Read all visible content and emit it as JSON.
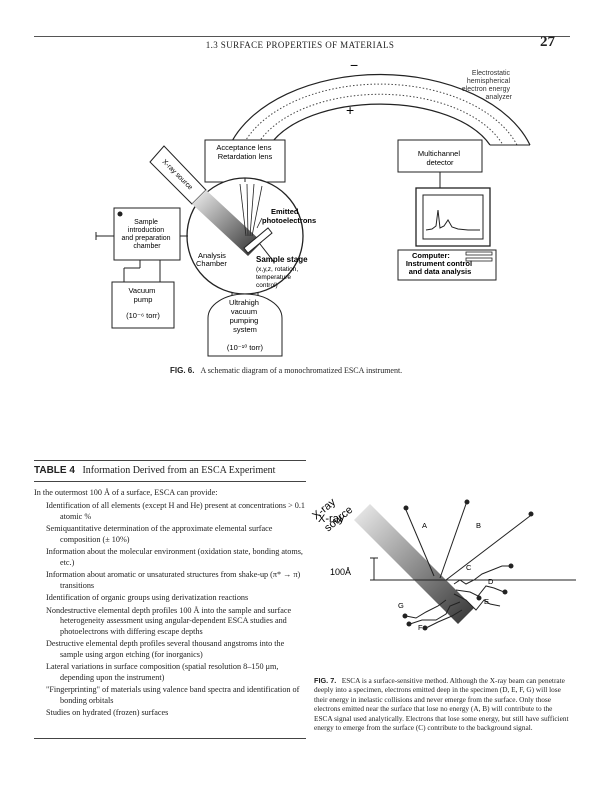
{
  "header": {
    "running_head": "1.3   SURFACE PROPERTIES OF MATERIALS",
    "page_number": "27"
  },
  "fig6": {
    "analyzer_label": [
      "Electrostatic",
      "hemispherical",
      "electron energy",
      "analyzer"
    ],
    "minus_sign": "−",
    "plus_sign": "+",
    "lens_label": [
      "Acceptance lens",
      "Retardation lens"
    ],
    "xray_source_label": "X-ray source",
    "emitted_label": [
      "Emitted",
      "photoelectrons"
    ],
    "sample_intro_label": [
      "Sample",
      "introduction",
      "and preparation",
      "chamber"
    ],
    "analysis_chamber_label": [
      "Analysis",
      "Chamber"
    ],
    "sample_stage_title": "Sample stage",
    "sample_stage_detail": [
      "(x,y,z, rotation,",
      "temperature",
      "control)"
    ],
    "detector_label": [
      "Multichannel",
      "detector"
    ],
    "computer_title": [
      "Computer:",
      "Instrument control",
      "and data analysis"
    ],
    "vacuum_pump_label": [
      "Vacuum",
      "pump"
    ],
    "vacuum_pump_pressure": "(10⁻⁶ torr)",
    "uhv_label": [
      "Ultrahigh",
      "vacuum",
      "pumping",
      "system"
    ],
    "uhv_pressure": "(10⁻¹⁰ torr)",
    "caption_label": "FIG. 6.",
    "caption_text": "A schematic diagram of a monochromatized ESCA instrument."
  },
  "table4": {
    "label": "TABLE 4",
    "title": "Information Derived from an ESCA Experiment",
    "intro": "In the outermost 100 Å of a surface, ESCA can provide:",
    "items": [
      "Identification of all elements (except H and He) present at concentrations > 0.1 atomic %",
      "Semiquantitative determination of the approximate elemental surface composition (± 10%)",
      "Information about the molecular environment (oxidation state, bonding atoms, etc.)",
      "Information about aromatic or unsaturated structures from shake-up (π* → π) transitions",
      "Identification of organic groups using derivatization reactions",
      "Nondestructive elemental depth profiles 100 Å into the sample and surface heterogeneity assessment using angular-dependent ESCA studies and photoelectrons with differing escape depths",
      "Destructive elemental depth profiles several thousand angstroms into the sample using argon etching (for inorganics)",
      "Lateral variations in surface composition (spatial resolution 8–150 μm, depending upon the instrument)",
      "\"Fingerprinting\" of materials using valence band spectra and identification of bonding orbitals",
      "Studies on hydrated (frozen) surfaces"
    ]
  },
  "fig7": {
    "xray_label": [
      "X-ray",
      "source"
    ],
    "depth_label": "100Å",
    "letters": [
      "A",
      "B",
      "C",
      "D",
      "E",
      "F",
      "G"
    ],
    "caption_label": "FIG. 7.",
    "caption_text": "ESCA is a surface-sensitive method. Although the X-ray beam can penetrate deeply into a specimen, electrons emitted deep in the specimen (D, E, F, G) will lose their energy in inelastic collisions and never emerge from the surface. Only those electrons emitted near the surface that lose no energy (A, B) will contribute to the ESCA signal used analytically. Electrons that lose some energy, but still have sufficient energy to emerge from the surface (C) contribute to the background signal."
  }
}
